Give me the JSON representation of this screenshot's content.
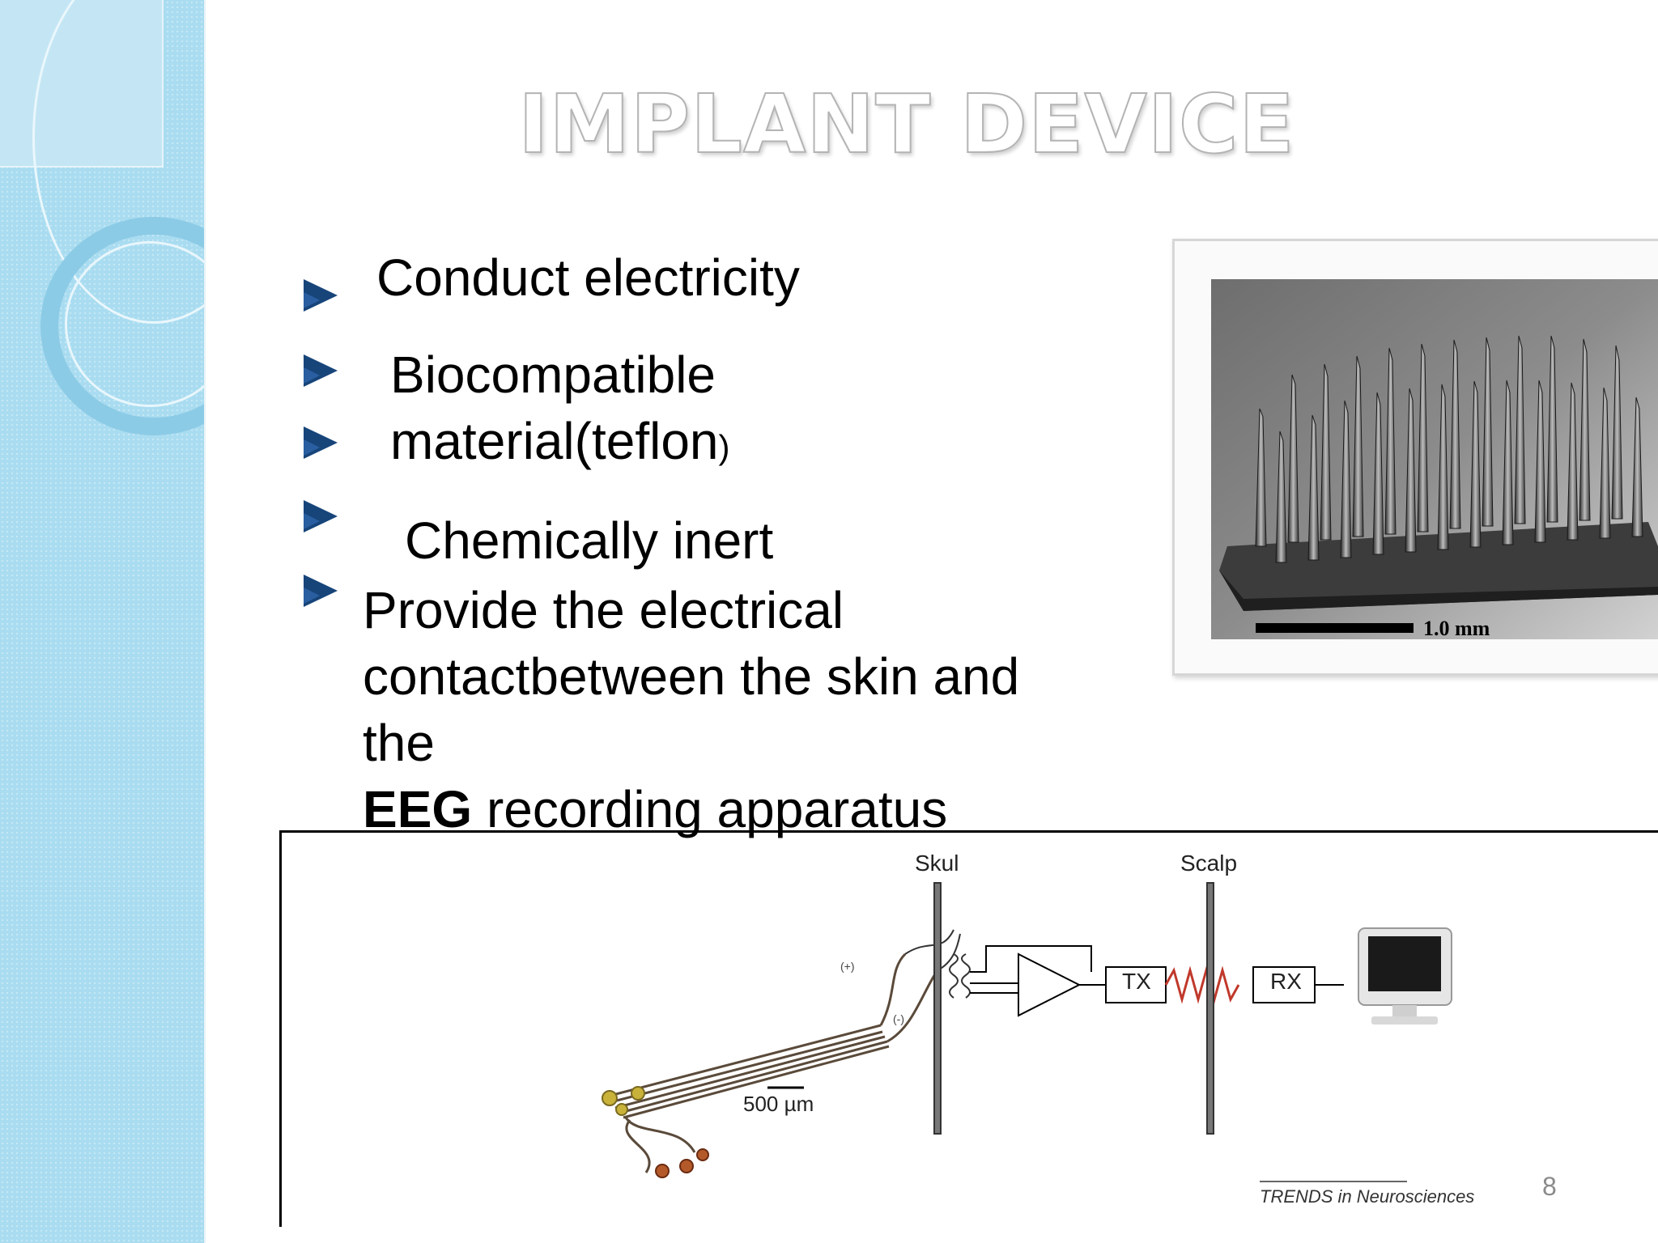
{
  "slide": {
    "title": "IMPLANT DEVICE",
    "page_number": "8"
  },
  "bullets": {
    "item1": "Conduct electricity",
    "item2_line1": "Biocompatible",
    "item2_line2": "material(teflon",
    "item2_paren": ")",
    "item3": "Chemically inert",
    "item4_line1": "Provide the electrical",
    "item4_line2": "contactbetween the skin and",
    "item4_line3": "the",
    "item4_bold": "EEG",
    "item4_line4": " recording apparatus"
  },
  "photo": {
    "scale_label": "1.0 mm"
  },
  "diagram": {
    "skull_label": "Skul",
    "scalp_label": "Scalp",
    "tx_label": "TX",
    "rx_label": "RX",
    "plus_label": "(+)",
    "minus_label": "(-)",
    "scale_label": "500 µm",
    "credit": "TRENDS in Neurosciences"
  },
  "colors": {
    "side_band": "#a9dcf0",
    "bullet": "#17457a"
  }
}
